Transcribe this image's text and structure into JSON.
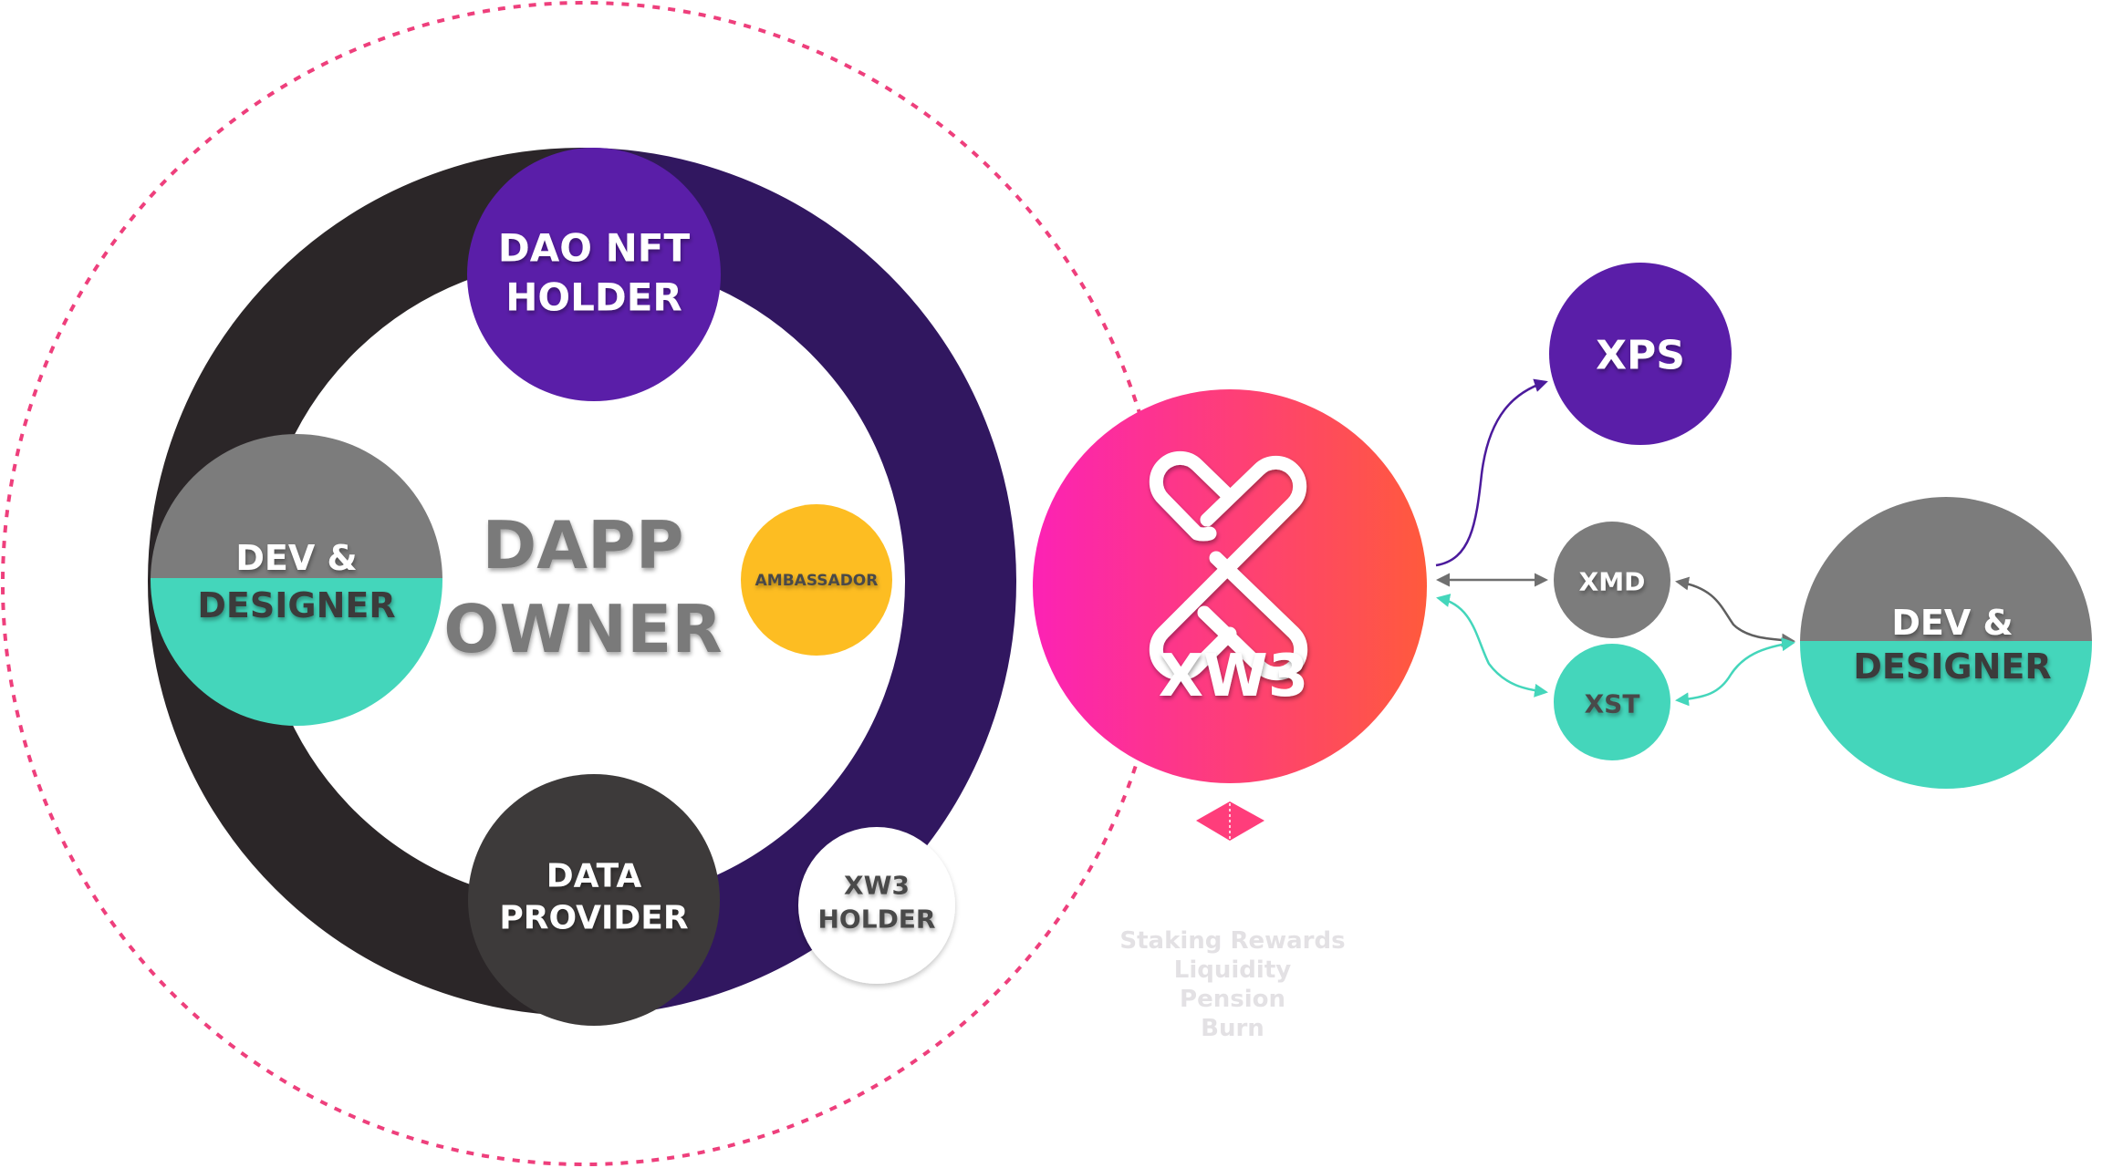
{
  "colors": {
    "dashed_outline": "#ee3f7c",
    "ring_dark": "#2b2628",
    "ring_purple": "#311760",
    "purple": "#5a1ea8",
    "gray": "#7c7c7c",
    "teal": "#44d6bb",
    "dark_gray": "#3d3a3a",
    "yellow": "#fdbd22",
    "xw3_gradient_start": "#fc22b5",
    "xw3_gradient_end": "#ff5a3c",
    "label_dim": "#e3e1e4",
    "text_dark": "#3a3a3a",
    "text_gray": "#7a7a7a",
    "white": "#ffffff"
  },
  "ecosystem": {
    "center_title": [
      "DAPP",
      "OWNER"
    ],
    "nodes": {
      "dao_nft_holder": [
        "DAO NFT",
        "HOLDER"
      ],
      "dev_designer": [
        "DEV &",
        "DESIGNER"
      ],
      "ambassador": "AMBASSADOR",
      "data_provider": [
        "DATA",
        "PROVIDER"
      ],
      "xw3_holder": [
        "XW3",
        "HOLDER"
      ]
    }
  },
  "token": {
    "logo_icon": "xw3-logo-icon",
    "name": "XW3",
    "uses": [
      "Staking Rewards",
      "Liquidity",
      "Pension",
      "Burn"
    ]
  },
  "outputs": {
    "xps": "XPS",
    "xmd": "XMD",
    "xst": "XST",
    "dev_designer": [
      "DEV &",
      "DESIGNER"
    ]
  },
  "connections": [
    {
      "from": "XW3",
      "to": "XPS",
      "direction": "one-way",
      "color": "#4b1a9c"
    },
    {
      "from": "XW3",
      "to": "XMD",
      "direction": "two-way",
      "color": "#6f6f6f"
    },
    {
      "from": "XW3",
      "to": "XST",
      "direction": "two-way",
      "color": "#44d6bb"
    },
    {
      "from": "DEV & DESIGNER",
      "to": "XMD",
      "direction": "two-way",
      "color": "#5f5f5f"
    },
    {
      "from": "DEV & DESIGNER",
      "to": "XST",
      "direction": "two-way",
      "color": "#44d6bb"
    }
  ]
}
